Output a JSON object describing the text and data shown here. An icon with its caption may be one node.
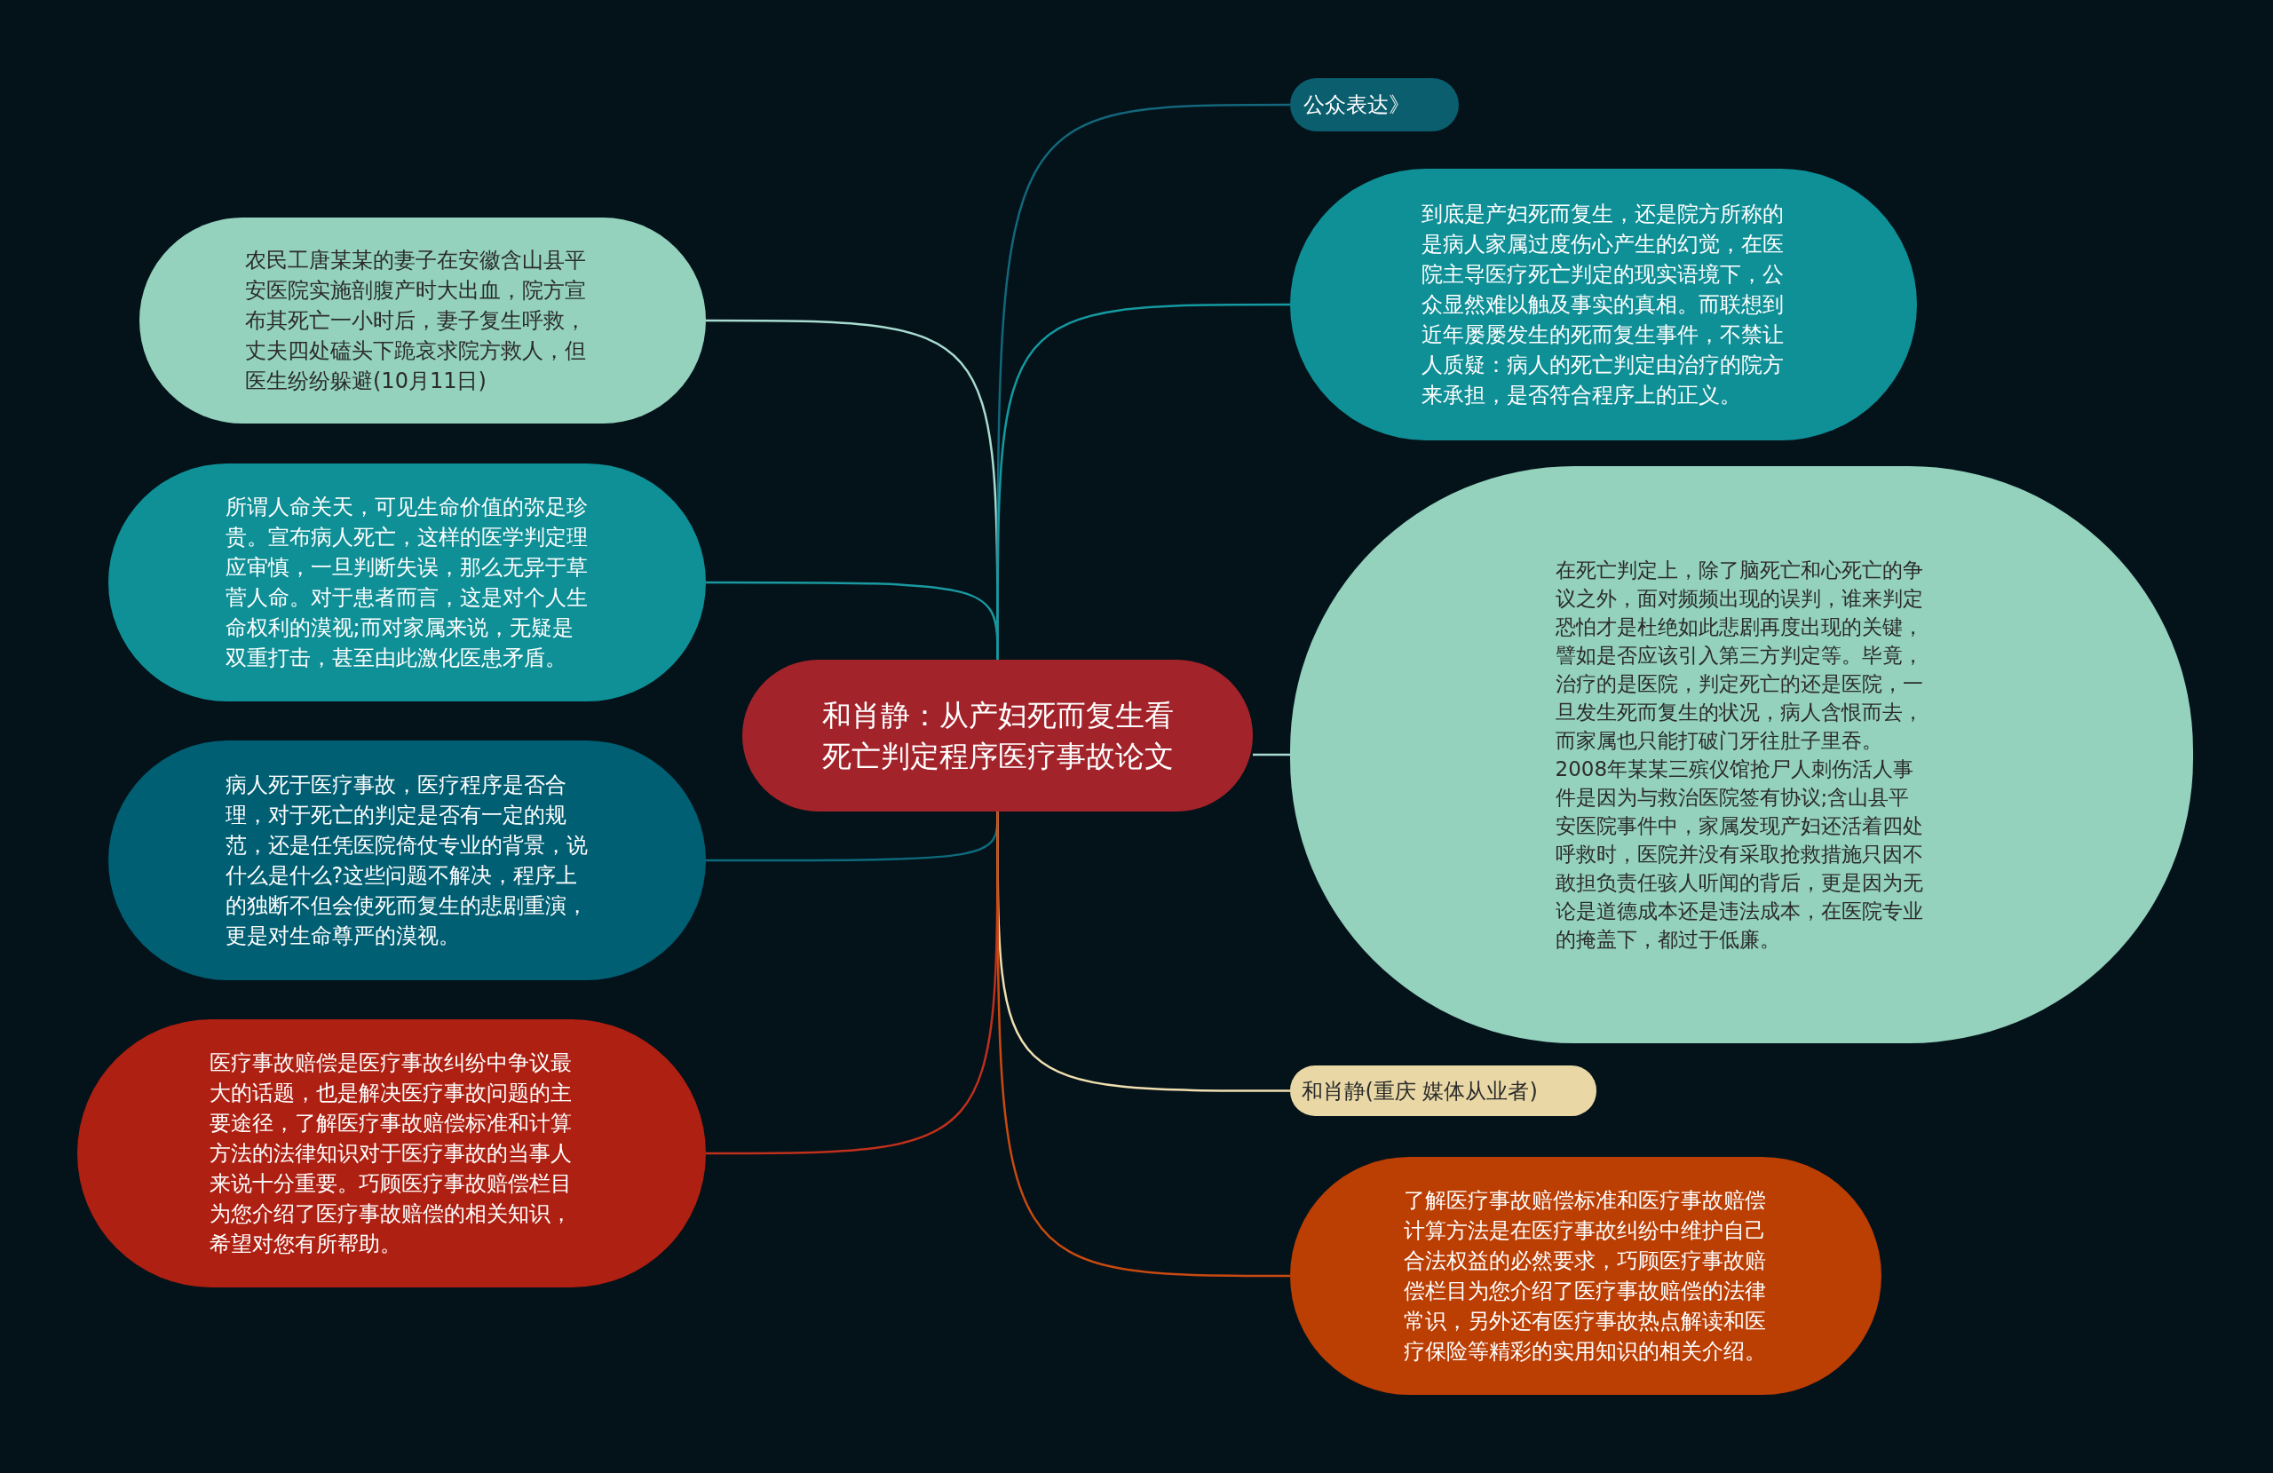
{
  "diagram": {
    "nodes": [
      {
        "text": [
          "和肖静：从产妇死而复生看死亡判定程序医疗事故论文"
        ]
      },
      {
        "text": [
          "农民工唐某某的妻子在安徽含山县平安医院实施剖腹产时大出血，院方宣布其死亡一小时后，妻子复生呼救，丈夫四处磕头下跪哀求院方救人，但医生纷纷躲避(10月11日)"
        ]
      },
      {
        "text": [
          "所谓人命关天，可见生命价值的弥足珍贵。宣布病人死亡，这样的医学判定理应审慎，一旦判断失误，那么无异于草菅人命。对于患者而言，这是对个人生命权利的漠视;而对家属来说，无疑是双重打击，甚至由此激化医患矛盾。"
        ]
      },
      {
        "text": [
          "病人死于医疗事故，医疗程序是否合理，对于死亡的判定是否有一定的规范，还是任凭医院倚仗专业的背景，说什么是什么?这些问题不解决，程序上的独断不但会使死而复生的悲剧重演，更是对生命尊严的漠视。"
        ]
      },
      {
        "text": [
          "医疗事故赔偿是医疗事故纠纷中争议最大的话题，也是解决医疗事故问题的主要途径，了解医疗事故赔偿标准和计算方法的法律知识对于医疗事故的当事人来说十分重要。巧顾医疗事故赔偿栏目为您介绍了医疗事故赔偿的相关知识，希望对您有所帮助。"
        ]
      },
      {
        "text": [
          "公众表达》"
        ]
      },
      {
        "text": [
          "到底是产妇死而复生，还是院方所称的是病人家属过度伤心产生的幻觉，在医院主导医疗死亡判定的现实语境下，公众显然难以触及事实的真相。而联想到近年屡屡发生的死而复生事件，不禁让人质疑：病人的死亡判定由治疗的院方来承担，是否符合程序上的正义。"
        ]
      },
      {
        "text": [
          "在死亡判定上，除了脑死亡和心死亡的争议之外，面对频频出现的误判，谁来判定恐怕才是杜绝如此悲剧再度出现的关键，譬如是否应该引入第三方判定等。毕竟，治疗的是医院，判定死亡的还是医院，一旦发生死而复生的状况，病人含恨而去，而家属也只能打破门牙往肚子里吞。2008年某某三殡仪馆抢尸人刺伤活人事件是因为与救治医院签有协议;含山县平安医院事件中，家属发现产妇还活着四处呼救时，医院并没有采取抢救措施只因不敢担负责任骇人听闻的背后，更是因为无论是道德成本还是违法成本，在医院专业的掩盖下，都过于低廉。"
        ]
      },
      {
        "text": [
          "和肖静(重庆 媒体从业者)"
        ]
      },
      {
        "text": [
          "了解医疗事故赔偿标准和医疗事故赔偿计算方法是在医疗事故纠纷中维护自己合法权益的必然要求，巧顾医疗事故赔偿栏目为您介绍了医疗事故赔偿的法律常识，另外还有医疗事故热点解读和医疗保险等精彩的实用知识的相关介绍。"
        ]
      }
    ],
    "edges": [
      {
        "from": 0,
        "to": 1,
        "arrow": "none",
        "color": "#a8dcd0"
      },
      {
        "from": 0,
        "to": 2,
        "arrow": "none",
        "color": "#1a9aa0"
      },
      {
        "from": 0,
        "to": 3,
        "arrow": "none",
        "color": "#0d6a7c"
      },
      {
        "from": 0,
        "to": 4,
        "arrow": "none",
        "color": "#c0301c"
      },
      {
        "from": 0,
        "to": 5,
        "arrow": "none",
        "color": "#12677a"
      },
      {
        "from": 0,
        "to": 6,
        "arrow": "none",
        "color": "#149aa0"
      },
      {
        "from": 0,
        "to": 7,
        "arrow": "none",
        "color": "#a8dcd0"
      },
      {
        "from": 0,
        "to": 8,
        "arrow": "none",
        "color": "#f0e0b0"
      },
      {
        "from": 0,
        "to": 9,
        "arrow": "none",
        "color": "#c84a10"
      }
    ]
  }
}
